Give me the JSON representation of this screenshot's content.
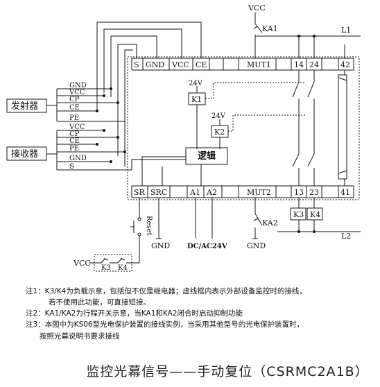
{
  "diagram": {
    "top_terminals": [
      "S",
      "GND",
      "VCC",
      "CE",
      "MUT1",
      "14",
      "24",
      "42"
    ],
    "bottom_terminals": [
      "SR",
      "SRC",
      "A1",
      "A2",
      "MUT2",
      "13",
      "23",
      "41"
    ],
    "supply_top": "VCC",
    "supply_mid": "VCC",
    "ka1": "KA1",
    "ka2": "KA2",
    "l1": "L1",
    "l2": "L2",
    "k1": "K1",
    "k2": "K2",
    "k1_voltage": "24V",
    "k2_voltage": "24V",
    "k3": "K3",
    "k4": "K4",
    "logic": "逻辑",
    "transmitter": "发射器",
    "receiver": "接收器",
    "tx_wires": [
      "GND",
      "VCC",
      "CP",
      "CE",
      "PE"
    ],
    "rx_wires": [
      "VCC",
      "CP",
      "CE",
      "PE",
      "GND",
      "S"
    ],
    "reset": "Reset",
    "gnd_src": "GND",
    "gnd_mut2": "GND",
    "power": "DC/AC24V",
    "k3_small": "K3",
    "k4_small": "K4"
  },
  "notes": [
    "注1：K3/K4为负载示意，包括但不仅是继电器；虚线框内表示外部设备监控时的接线，",
    "若不使用此功能，可直接短接。",
    "注2：KA1/KA2为行程开关示意，当KA1和KA2闭合时启动抑制功能",
    "注3：本图中为KS06型光电保护装置的接线实例，当采用其他型号的光电保护装置时，",
    "按照光幕说明书要求接线"
  ],
  "title": "监控光幕信号——手动复位（CSRMC2A1B）"
}
